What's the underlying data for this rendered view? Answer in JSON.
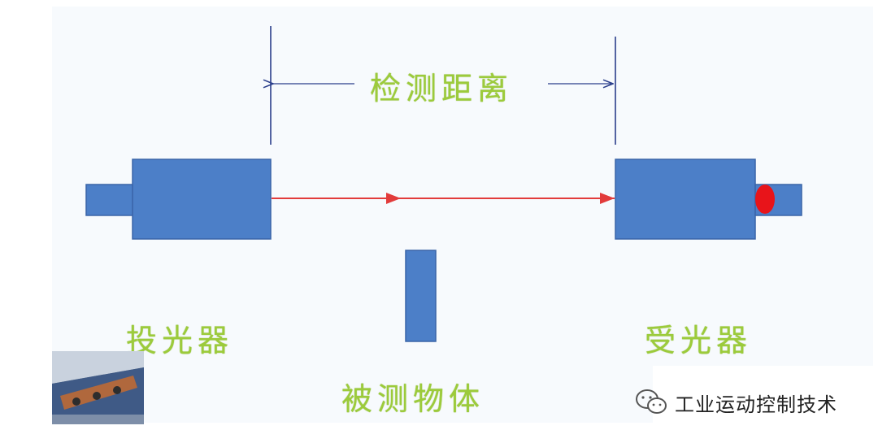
{
  "labels": {
    "detection_distance": "检测距离",
    "emitter": "投光器",
    "receiver": "受光器",
    "object": "被测物体"
  },
  "watermark": {
    "text": "工业运动控制技术",
    "icon": "wechat-icon"
  },
  "colors": {
    "box_fill": "#4c7fc8",
    "box_stroke": "#3a64a8",
    "beam": "#e23b3b",
    "receiver_spot": "#e8141a",
    "label_text": "#9ccb3b",
    "dimension_line": "#2b3f8c"
  }
}
